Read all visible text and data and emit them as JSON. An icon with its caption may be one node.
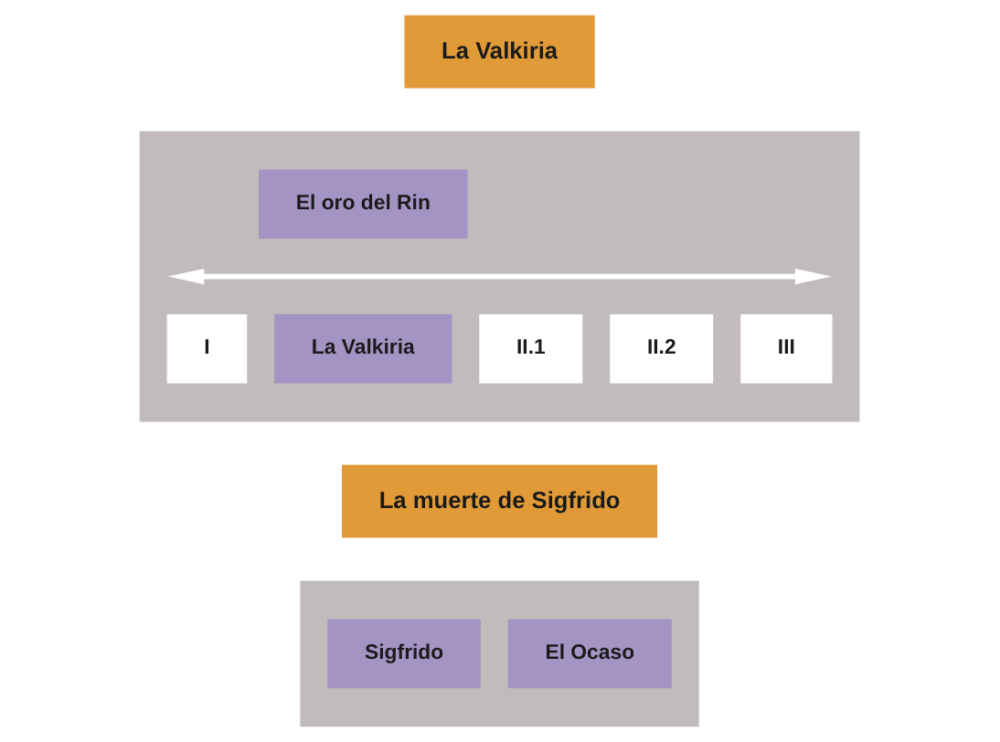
{
  "diagram": {
    "nodes": [
      {
        "text": [
          "La Valkiria"
        ]
      },
      {
        "text": [],
        "shape": "box"
      },
      {
        "text": [
          "I"
        ],
        "in": 1
      },
      {
        "text": [
          "II.1"
        ],
        "in": 1
      },
      {
        "text": [
          "El oro del Rin"
        ],
        "in": 1
      },
      {
        "text": [
          "II.2"
        ],
        "in": 1
      },
      {
        "text": [
          "III"
        ],
        "in": 1
      },
      {
        "text": [
          "La Valkiria"
        ],
        "in": 1
      },
      {
        "text": [
          "La muerte de Sigfrido"
        ]
      },
      {
        "text": [],
        "shape": "box"
      },
      {
        "text": [
          "Sigfrido"
        ],
        "in": 9
      },
      {
        "text": [
          "El Ocaso"
        ],
        "in": 9
      }
    ],
    "edges": []
  }
}
